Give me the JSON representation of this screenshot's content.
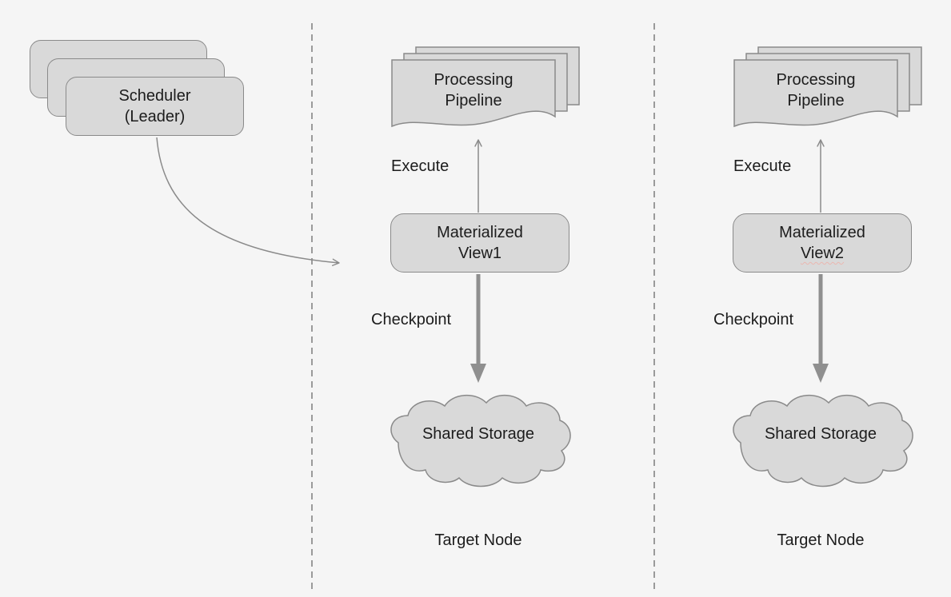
{
  "scheduler": {
    "line1": "Scheduler",
    "line2": "(Leader)"
  },
  "columns": [
    {
      "pipeline": {
        "line1": "Processing",
        "line2": "Pipeline"
      },
      "execute_label": "Execute",
      "view": {
        "line1": "Materialized",
        "line2": "View1"
      },
      "checkpoint_label": "Checkpoint",
      "storage_label": "Shared Storage",
      "node_label": "Target Node"
    },
    {
      "pipeline": {
        "line1": "Processing",
        "line2": "Pipeline"
      },
      "execute_label": "Execute",
      "view": {
        "line1": "Materialized",
        "line2": "View2"
      },
      "checkpoint_label": "Checkpoint",
      "storage_label": "Shared Storage",
      "node_label": "Target Node"
    }
  ],
  "colors": {
    "background": "#f5f5f5",
    "shape_fill": "#d9d9d9",
    "shape_stroke": "#8a8a8a",
    "text": "#1c1c1c",
    "arrow": "#8a8a8a",
    "thick_arrow": "#8f8f8f",
    "dashed_line": "#9a9a9a"
  }
}
